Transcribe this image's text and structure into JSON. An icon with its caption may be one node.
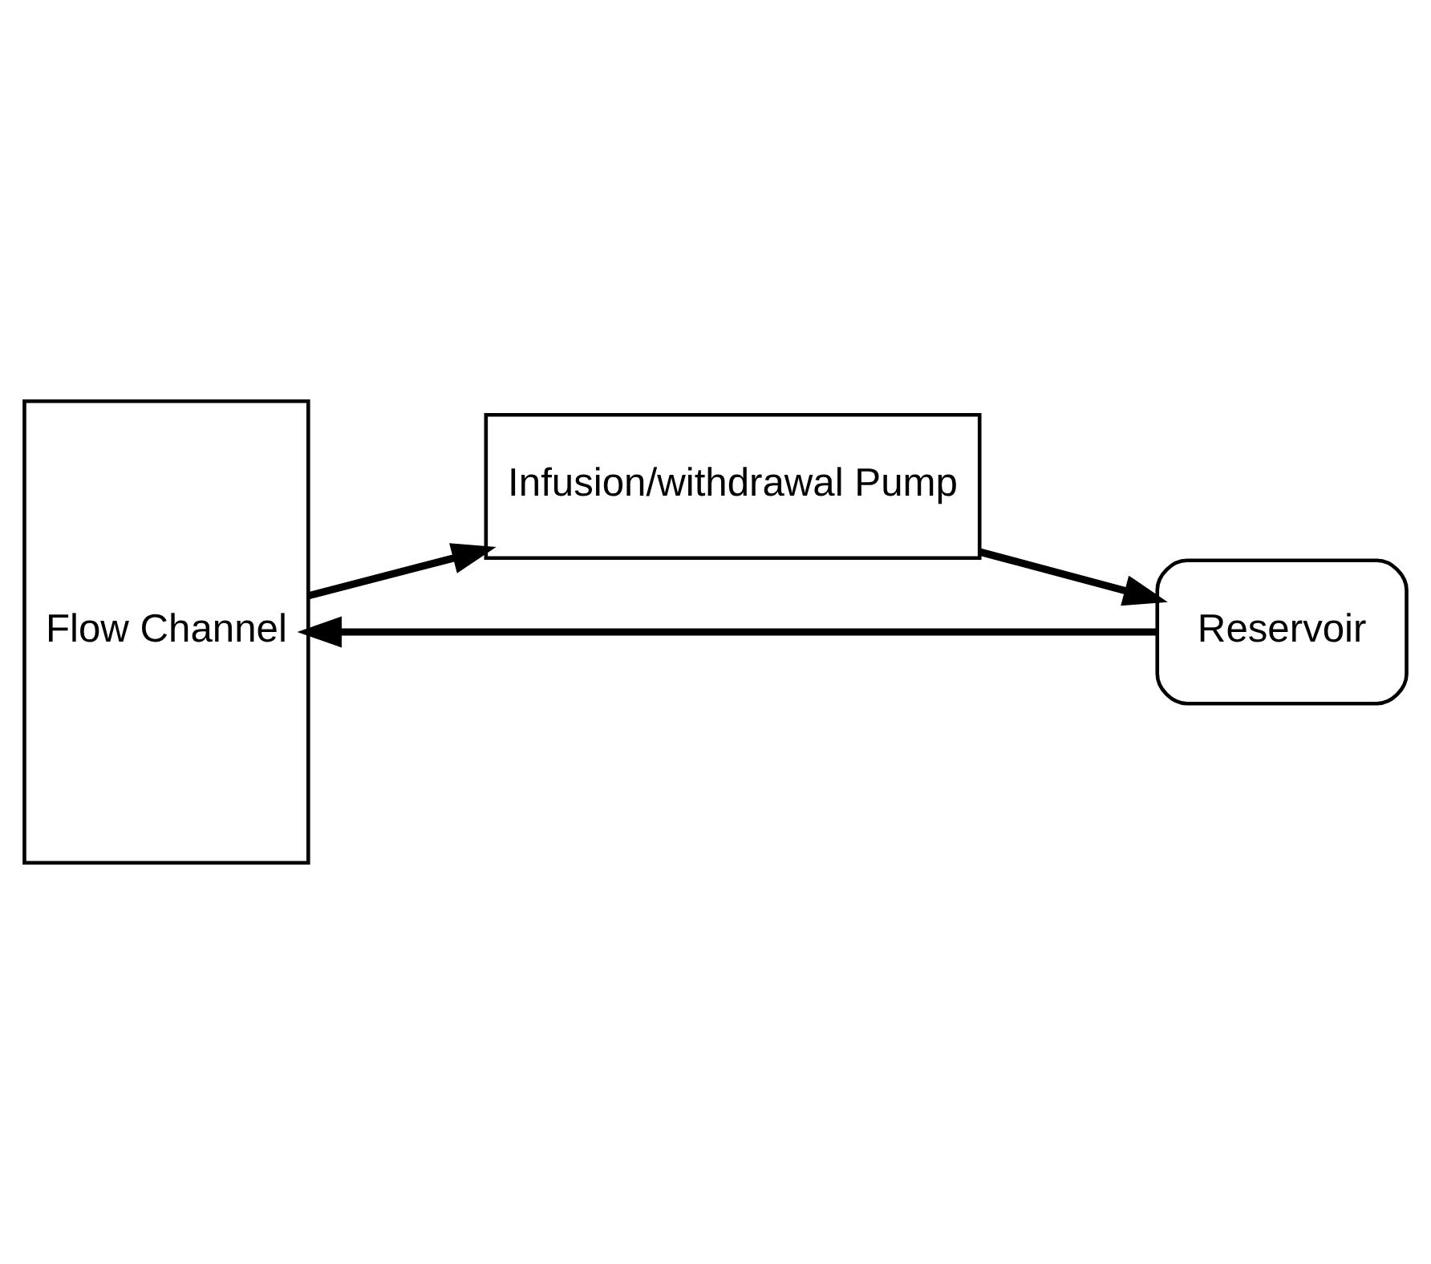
{
  "diagram": {
    "nodes": [
      {
        "text": [
          "Flow Channel"
        ]
      },
      {
        "text": [
          "Infusion/withdrawal Pump"
        ]
      },
      {
        "text": [
          "Reservoir"
        ]
      }
    ],
    "edges": [
      {
        "from": 0,
        "to": 1,
        "arrow": "to"
      },
      {
        "from": 1,
        "to": 2,
        "arrow": "to"
      },
      {
        "from": 2,
        "to": 0,
        "arrow": "to"
      }
    ]
  }
}
